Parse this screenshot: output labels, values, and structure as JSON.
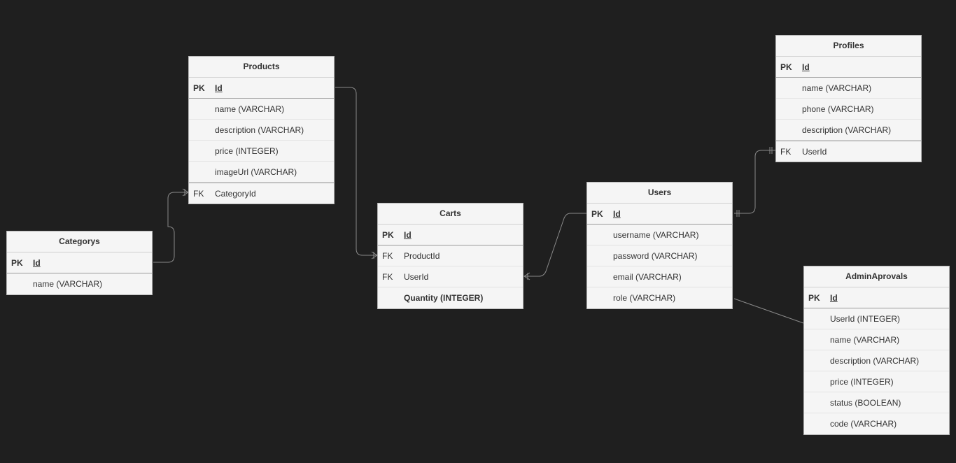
{
  "entities": [
    {
      "id": "products",
      "title": "Products",
      "rows": [
        {
          "key": "PK",
          "name": "Id",
          "style": "pk"
        },
        {
          "key": "",
          "name": "name (VARCHAR)",
          "style": ""
        },
        {
          "key": "",
          "name": "description (VARCHAR)",
          "style": ""
        },
        {
          "key": "",
          "name": "price (INTEGER)",
          "style": ""
        },
        {
          "key": "",
          "name": "imageUrl (VARCHAR)",
          "style": ""
        },
        {
          "key": "FK",
          "name": "CategoryId",
          "style": "fk"
        }
      ]
    },
    {
      "id": "categorys",
      "title": "Categorys",
      "rows": [
        {
          "key": "PK",
          "name": "Id",
          "style": "pk"
        },
        {
          "key": "",
          "name": "name (VARCHAR)",
          "style": ""
        }
      ]
    },
    {
      "id": "carts",
      "title": "Carts",
      "rows": [
        {
          "key": "PK",
          "name": "Id",
          "style": "pk"
        },
        {
          "key": "FK",
          "name": "ProductId",
          "style": "fk"
        },
        {
          "key": "FK",
          "name": "UserId",
          "style": "fk"
        },
        {
          "key": "",
          "name": "Quantity (INTEGER)",
          "style": "bold"
        }
      ]
    },
    {
      "id": "users",
      "title": "Users",
      "rows": [
        {
          "key": "PK",
          "name": "Id",
          "style": "pk"
        },
        {
          "key": "",
          "name": "username (VARCHAR)",
          "style": ""
        },
        {
          "key": "",
          "name": "password (VARCHAR)",
          "style": ""
        },
        {
          "key": "",
          "name": "email (VARCHAR)",
          "style": ""
        },
        {
          "key": "",
          "name": "role (VARCHAR)",
          "style": ""
        }
      ]
    },
    {
      "id": "profiles",
      "title": "Profiles",
      "rows": [
        {
          "key": "PK",
          "name": "Id",
          "style": "pk"
        },
        {
          "key": "",
          "name": "name (VARCHAR)",
          "style": ""
        },
        {
          "key": "",
          "name": "phone (VARCHAR)",
          "style": ""
        },
        {
          "key": "",
          "name": "description (VARCHAR)",
          "style": ""
        },
        {
          "key": "FK",
          "name": "UserId",
          "style": "fk"
        }
      ]
    },
    {
      "id": "adminaprovals",
      "title": "AdminAprovals",
      "rows": [
        {
          "key": "PK",
          "name": "Id",
          "style": "pk"
        },
        {
          "key": "",
          "name": "UserId (INTEGER)",
          "style": ""
        },
        {
          "key": "",
          "name": "name (VARCHAR)",
          "style": ""
        },
        {
          "key": "",
          "name": "description (VARCHAR)",
          "style": ""
        },
        {
          "key": "",
          "name": "price (INTEGER)",
          "style": ""
        },
        {
          "key": "",
          "name": "status (BOOLEAN)",
          "style": ""
        },
        {
          "key": "",
          "name": "code (VARCHAR)",
          "style": ""
        }
      ]
    }
  ],
  "relationships": [
    {
      "from": "categorys.Id",
      "to": "products.CategoryId",
      "type": "one-to-many"
    },
    {
      "from": "products.Id",
      "to": "carts.ProductId",
      "type": "one-to-many"
    },
    {
      "from": "users.Id",
      "to": "carts.UserId",
      "type": "one-to-many"
    },
    {
      "from": "users.Id",
      "to": "profiles.UserId",
      "type": "one-to-one"
    },
    {
      "from": "users",
      "to": "adminaprovals",
      "type": "association"
    }
  ],
  "colors": {
    "background": "#1f1f1f",
    "entity_fill": "#f5f5f5",
    "entity_border": "#b5b5b5",
    "edge": "#8a8a8a",
    "text": "#333333"
  }
}
